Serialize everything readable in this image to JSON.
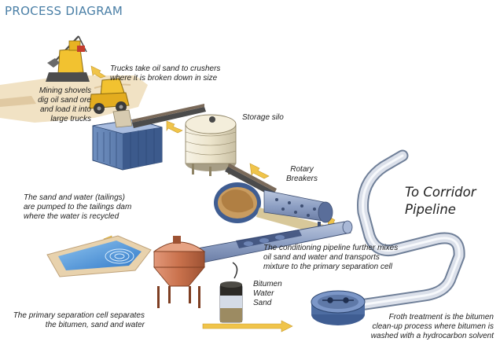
{
  "title": "PROCESS DIAGRAM",
  "labels": {
    "mining": [
      "Mining shovels",
      "dig oil sand ore",
      "and load it into",
      "large trucks"
    ],
    "trucks": [
      "Trucks take oil sand to crushers",
      "where it is broken down in size"
    ],
    "silo": "Storage silo",
    "breakers": [
      "Rotary",
      "Breakers"
    ],
    "corridor": [
      "To Corridor",
      "Pipeline"
    ],
    "tailings": [
      "The sand and water (tailings)",
      "are pumped to the tailings dam",
      "where the water is recycled"
    ],
    "conditioning": [
      "The conditioning pipeline further mixes",
      "oil sand and water and transports",
      "mixture to the primary separation cell"
    ],
    "bitumen": [
      "Bitumen",
      "Water",
      "Sand"
    ],
    "primary": [
      "The primary separation cell separates",
      "the bitumen, sand and water"
    ],
    "froth": [
      "Froth treatment is the bitumen",
      "clean-up process where bitumen is",
      "washed with a hydrocarbon solvent"
    ]
  },
  "colors": {
    "title": "#4a7fa6",
    "arrow": "#f0c44a",
    "pipe": "#dbe0ea",
    "pipe_outline": "#6f7f98",
    "water": "#3f8ad6",
    "separation_cell": "#c9714c",
    "crusher": "#5577a8"
  }
}
